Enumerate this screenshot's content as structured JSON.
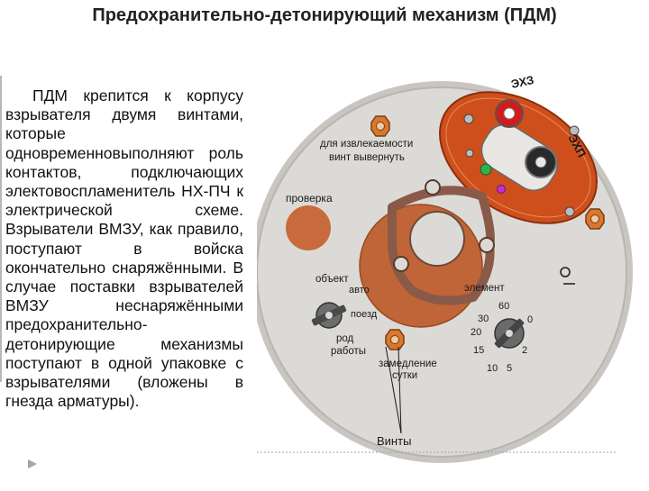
{
  "title": "Предохранительно-детонирующий механизм (ПДМ)",
  "body_text": "ПДМ крепится к корпусу взрывателя двумя винтами, которые одновременновыполняют роль контактов, подключающих электовоспламенитель НХ-ПЧ к электрической схеме. Взрыватели ВМЗУ, как правило, поступают в войска окончательно снаряжёнными. В случае поставки взрывателей ВМЗУ неснаряжёнными предохранительно-детонирующие механизмы поступают в одной упаковке с взрывателями (вложены в гнезда арматуры).",
  "labels": {
    "exz": "ЭХЗ",
    "exp": "ЭХП",
    "izvlek_1": "для извлекаемости",
    "izvlek_2": "винт вывернуть",
    "proverka": "проверка",
    "obekt": "объект",
    "avto": "авто",
    "poezd": "поезд",
    "rod_1": "род",
    "rod_2": "работы",
    "element": "элемент",
    "zamedlenie": "замедление",
    "sutki": "сутки",
    "vinty": "Винты",
    "inner_sym": "I O",
    "dial_60": "60",
    "dial_30": "30",
    "dial_20": "20",
    "dial_15": "15",
    "dial_10": "10",
    "dial_5": "5",
    "dial_0": "0",
    "dial_2": "2"
  },
  "colors": {
    "plate": "#d9d7d3",
    "plate_edge": "#b5b2ac",
    "orange": "#d0521f",
    "brown": "#c16a3a",
    "bolt": "#d8782e",
    "gasket": "#8a5a48"
  }
}
